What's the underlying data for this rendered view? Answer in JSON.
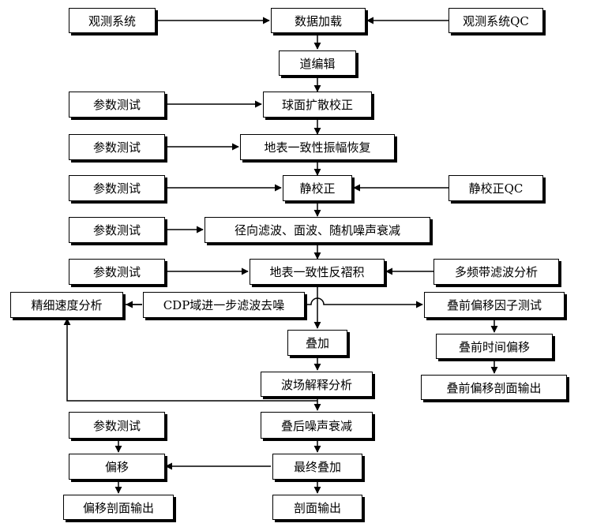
{
  "nodes": {
    "obs_system": "观测系统",
    "data_load": "数据加载",
    "obs_qc": "观测系统QC",
    "trace_edit": "道编辑",
    "param1": "参数测试",
    "spherical": "球面扩散校正",
    "param2": "参数测试",
    "surface_amp": "地表一致性振幅恢复",
    "param3": "参数测试",
    "statics": "静校正",
    "statics_qc": "静校正QC",
    "param4": "参数测试",
    "radial": "径向滤波、面波、随机噪声衰减",
    "param5": "参数测试",
    "decon": "地表一致性反褶积",
    "multiband": "多频带滤波分析",
    "velocity": "精细速度分析",
    "cdp_filter": "CDP域进一步滤波去噪",
    "prestack_test": "叠前偏移因子测试",
    "stack": "叠加",
    "prestack_time": "叠前时间偏移",
    "interpret": "波场解释分析",
    "prestack_out": "叠前偏移剖面输出",
    "param6": "参数测试",
    "post_noise": "叠后噪声衰减",
    "migration": "偏移",
    "final_stack": "最终叠加",
    "mig_out": "偏移剖面输出",
    "section_out": "剖面输出"
  }
}
